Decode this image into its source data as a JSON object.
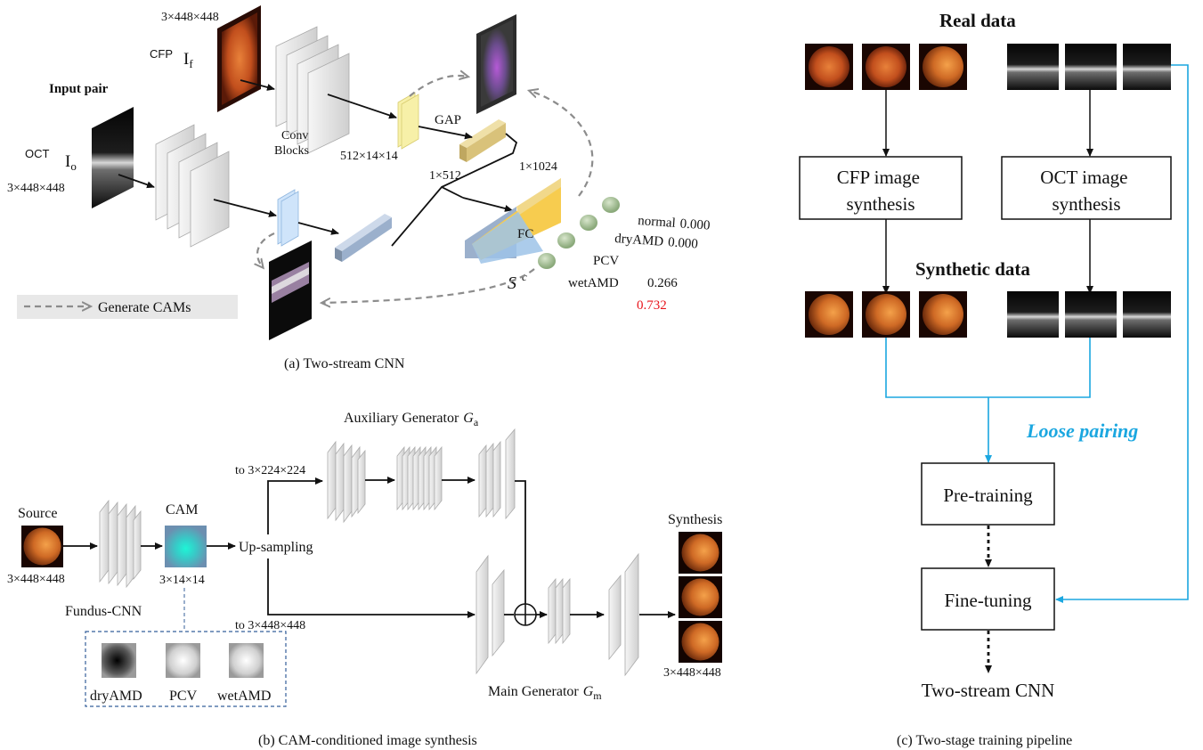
{
  "colors": {
    "loose_pairing": "#1ba7e0",
    "red_score": "#e8141b",
    "cfp_feature": "#f7f0a8",
    "oct_feature": "#cfe4fa",
    "gap_cfp": "#d9c27a",
    "gap_oct": "#9bb0cc",
    "fc_yellow": "#f7cc4f",
    "fc_blue": "#9ec3e8",
    "score_node": "#a9c299"
  },
  "panel_a": {
    "caption": "(a) Two-stream CNN",
    "input_pair": "Input pair",
    "cfp_tag": "CFP",
    "cfp_symbol": "I",
    "cfp_sub": "f",
    "cfp_dim": "3×448×448",
    "oct_tag": "OCT",
    "oct_symbol": "I",
    "oct_sub": "o",
    "oct_dim": "3×448×448",
    "conv_blocks_line1": "Conv",
    "conv_blocks_line2": "Blocks",
    "feature_dim": "512×14×14",
    "gap": "GAP",
    "gap_dim": "1×512",
    "concat_dim": "1×1024",
    "fc": "FC",
    "score_symbol": "S",
    "score_sup": "c",
    "scores": [
      {
        "label": "normal",
        "value": "0.000"
      },
      {
        "label": "dryAMD",
        "value": "0.000"
      },
      {
        "label": "PCV",
        "value": "0.266"
      },
      {
        "label": "wetAMD",
        "value": "0.732"
      }
    ],
    "legend": "Generate CAMs"
  },
  "panel_b": {
    "caption": "(b) CAM-conditioned image synthesis",
    "source": "Source",
    "source_dim": "3×448×448",
    "fundus_cnn": "Fundus-CNN",
    "cam": "CAM",
    "cam_dim": "3×14×14",
    "upsampling": "Up-sampling",
    "to_224": "to 3×224×224",
    "to_448": "to 3×448×448",
    "aux_generator": "Auxiliary  Generator",
    "aux_symbol": "G",
    "aux_sub": "a",
    "main_generator": "Main Generator",
    "main_symbol": "G",
    "main_sub": "m",
    "synthesis": "Synthesis",
    "synthesis_dim": "3×448×448",
    "cam_labels": [
      "dryAMD",
      "PCV",
      "wetAMD"
    ]
  },
  "panel_c": {
    "caption": "(c) Two-stage training pipeline",
    "real_data": "Real data",
    "synthetic_data": "Synthetic data",
    "cfp_synth_line1": "CFP image",
    "cfp_synth_line2": "synthesis",
    "oct_synth_line1": "OCT image",
    "oct_synth_line2": "synthesis",
    "loose_pairing": "Loose pairing",
    "pretraining": "Pre-training",
    "finetuning": "Fine-tuning",
    "final": "Two-stream CNN"
  }
}
